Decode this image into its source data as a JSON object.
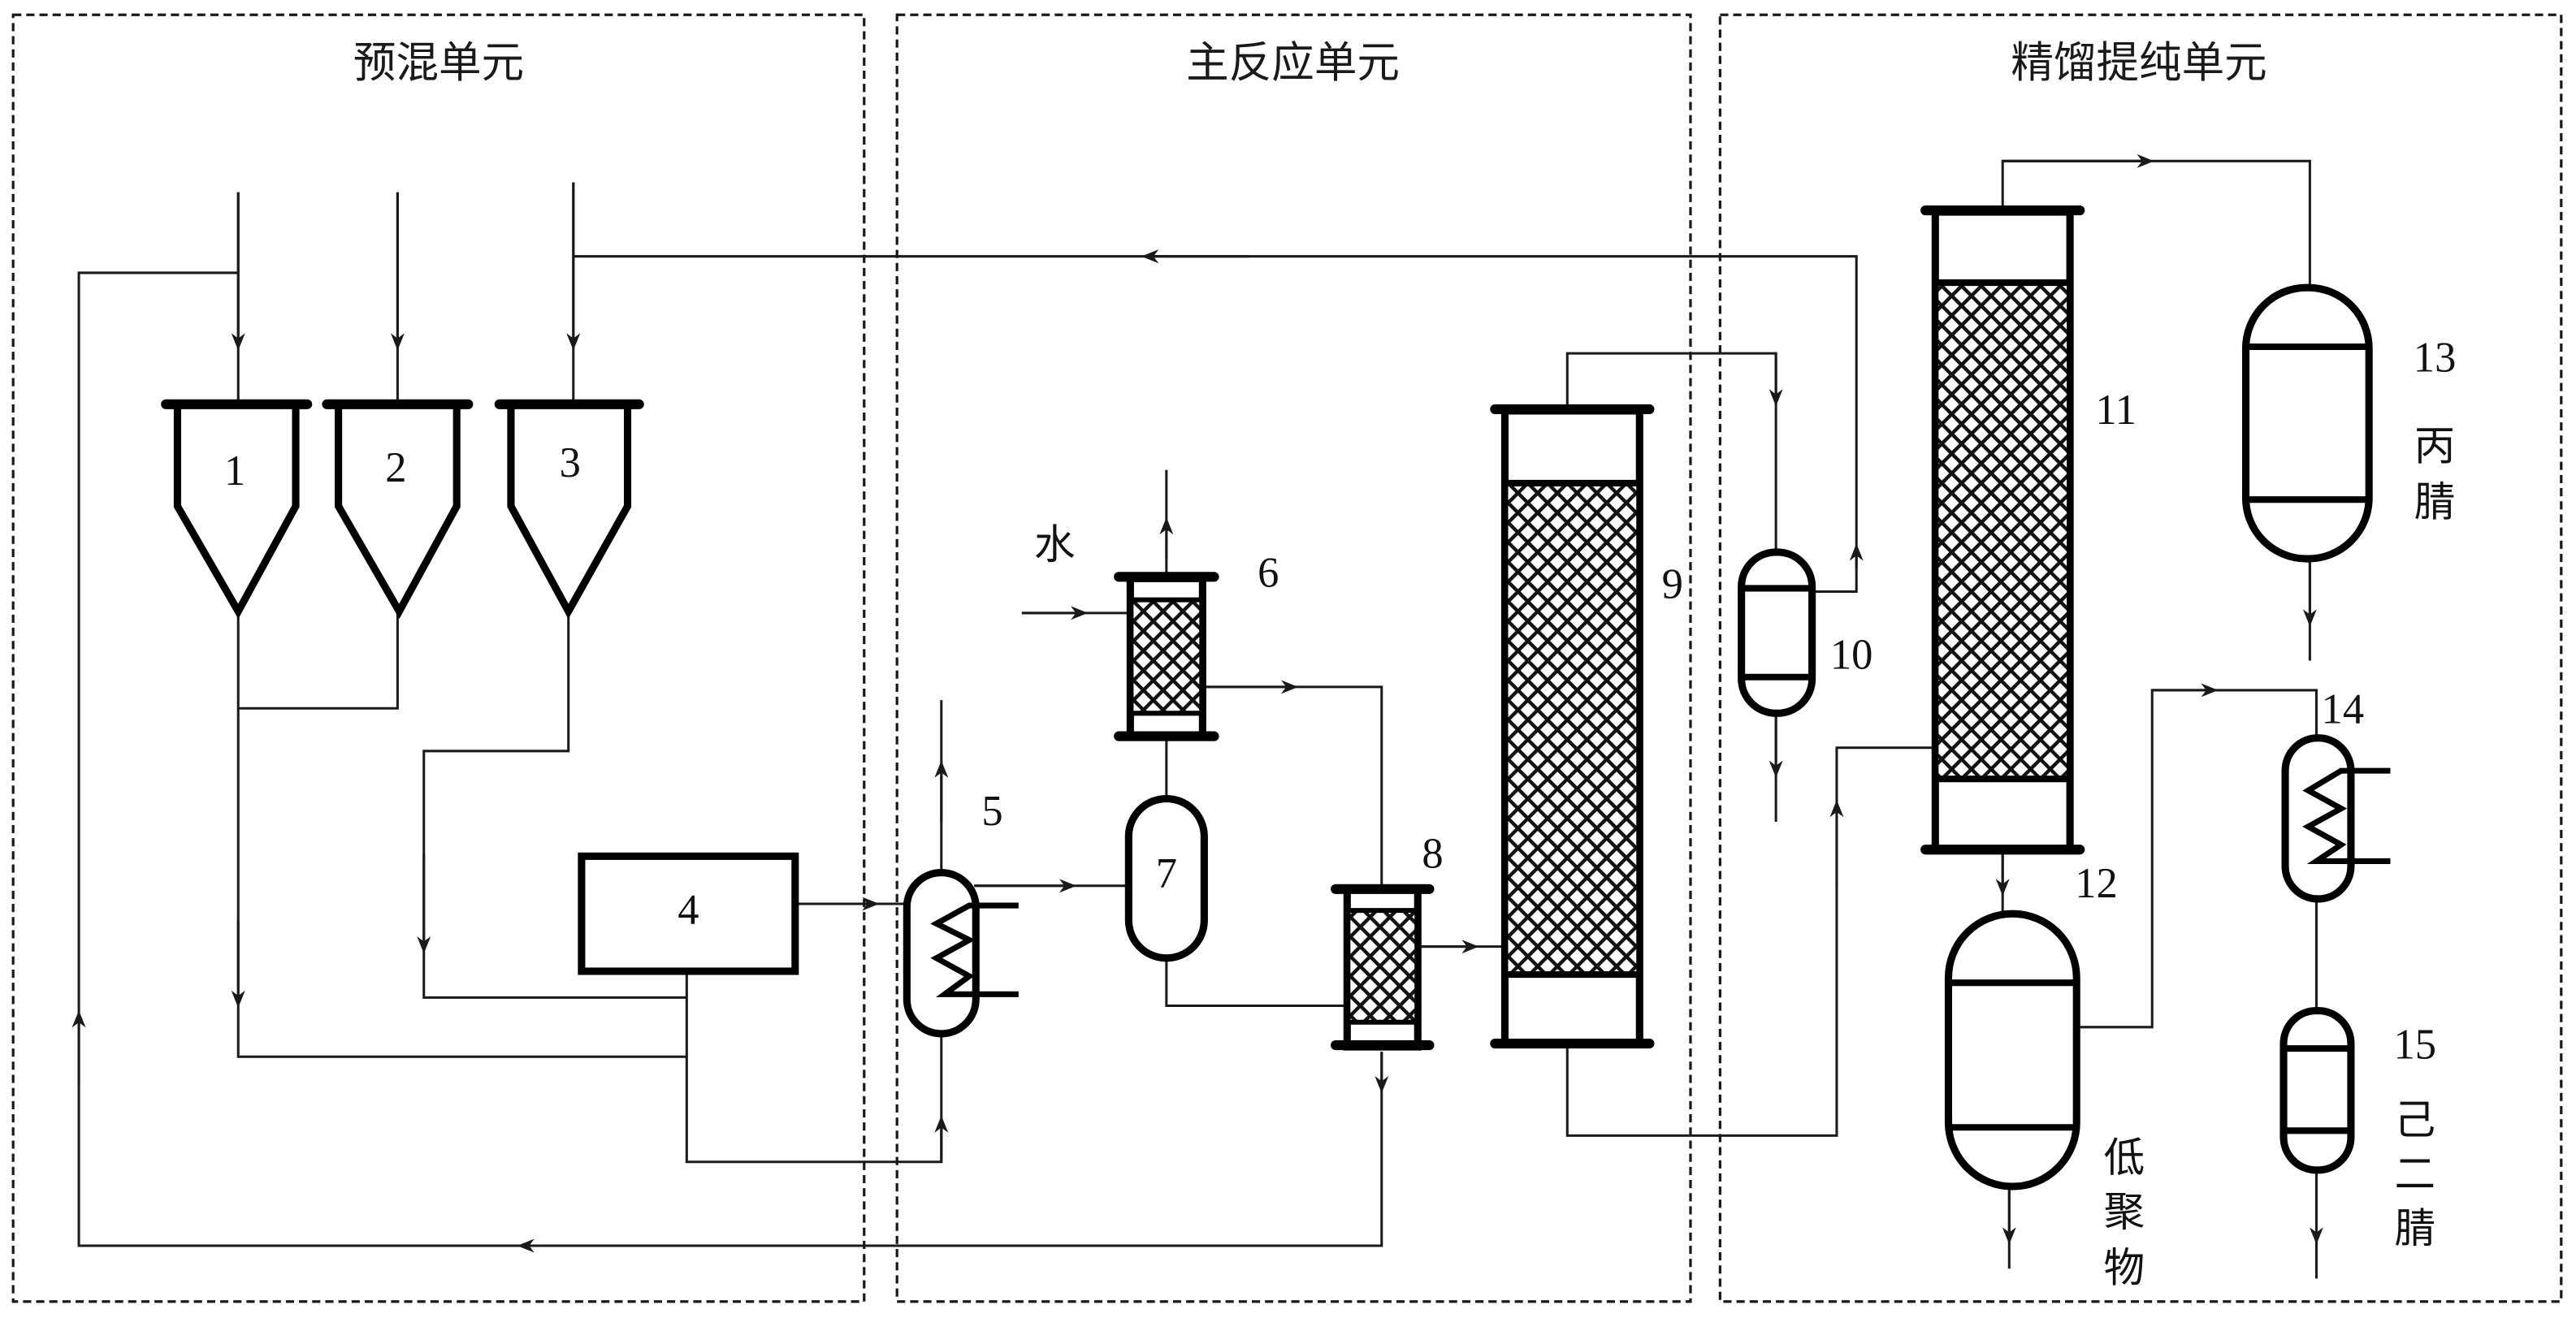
{
  "units": [
    {
      "id": "premix",
      "title": "预混单元"
    },
    {
      "id": "main_reaction",
      "title": "主反应单元"
    },
    {
      "id": "distillation",
      "title": "精馏提纯单元"
    }
  ],
  "equipment": [
    {
      "number": "1",
      "type": "hopper"
    },
    {
      "number": "2",
      "type": "hopper"
    },
    {
      "number": "3",
      "type": "hopper"
    },
    {
      "number": "4",
      "type": "mixing-tank"
    },
    {
      "number": "5",
      "type": "heat-exchanger"
    },
    {
      "number": "6",
      "type": "packed-absorber"
    },
    {
      "number": "7",
      "type": "vessel"
    },
    {
      "number": "8",
      "type": "packed-reactor"
    },
    {
      "number": "9",
      "type": "packed-column"
    },
    {
      "number": "10",
      "type": "separator"
    },
    {
      "number": "11",
      "type": "packed-distillation-column"
    },
    {
      "number": "12",
      "type": "receiver-tank"
    },
    {
      "number": "13",
      "type": "receiver-tank"
    },
    {
      "number": "14",
      "type": "heat-exchanger"
    },
    {
      "number": "15",
      "type": "receiver-tank"
    }
  ],
  "stream_labels": {
    "water": "水",
    "propionitrile": [
      "丙",
      "腈"
    ],
    "oligomer": [
      "低",
      "聚",
      "物"
    ],
    "adiponitrile": [
      "己",
      "二",
      "腈"
    ]
  }
}
